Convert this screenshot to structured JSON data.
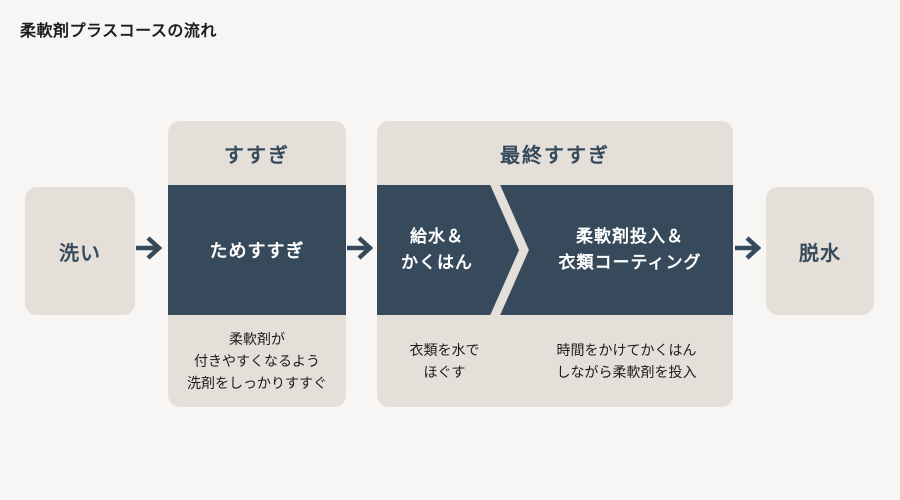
{
  "page": {
    "title": "柔軟剤プラスコースの流れ"
  },
  "colors": {
    "background": "#f7f6f4",
    "beige": "#e4e0d9",
    "navy": "#374a5b",
    "text_dark": "#1c1c1c",
    "text_light": "#ffffff"
  },
  "flow": {
    "wash": {
      "label": "洗い"
    },
    "rinse": {
      "header": "すすぎ",
      "step": "ためすすぎ",
      "description": "柔軟剤が\n付きやすくなるよう\n洗剤をしっかりすすぐ"
    },
    "final_rinse": {
      "header": "最終すすぎ",
      "step1": "給水＆\nかくはん",
      "step1_description": "衣類を水で\nほぐす",
      "step2": "柔軟剤投入＆\n衣類コーティング",
      "step2_description": "時間をかけてかくはん\nしながら柔軟剤を投入"
    },
    "spin": {
      "label": "脱水"
    }
  }
}
